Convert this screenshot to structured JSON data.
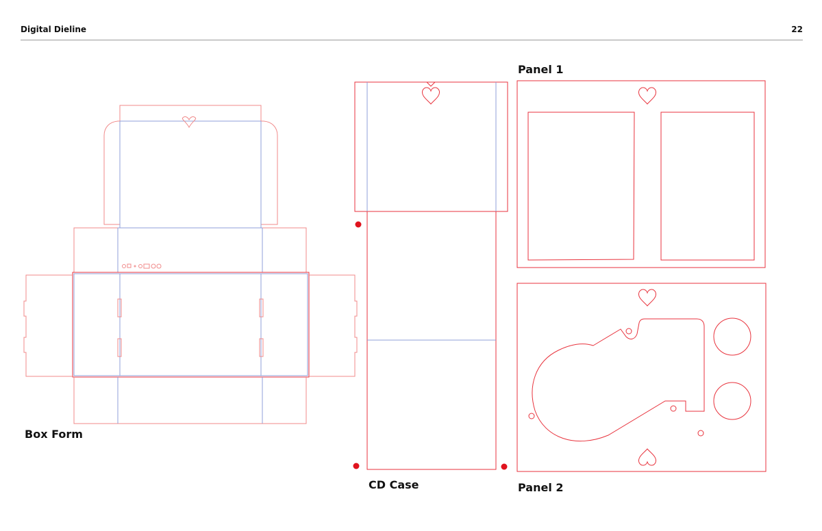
{
  "header": {
    "title": "Digital Dieline",
    "page_number": "22"
  },
  "labels": {
    "box_form": "Box Form",
    "cd_case": "CD Case",
    "panel_1": "Panel 1",
    "panel_2": "Panel 2"
  },
  "colors": {
    "cut_line": "#e8323c",
    "fold_line": "#8f9fd8",
    "registration_dot": "#e0141e"
  }
}
